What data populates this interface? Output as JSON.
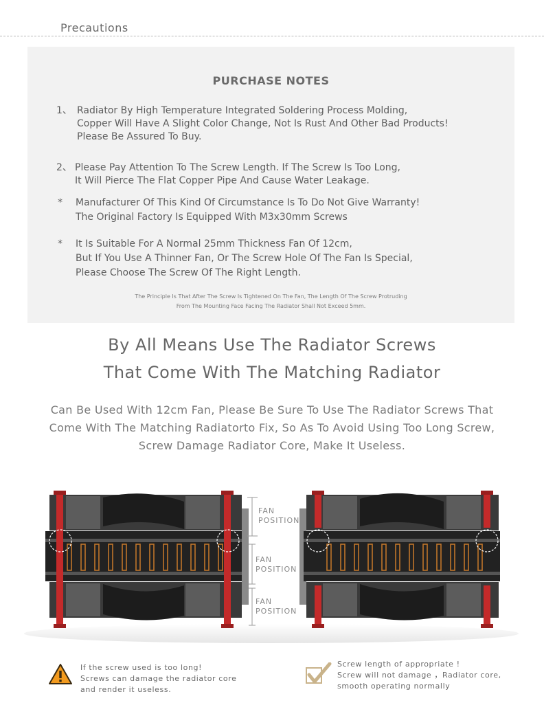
{
  "header": {
    "title": "Precautions"
  },
  "purchase_notes": {
    "title": "PURCHASE NOTES",
    "items": [
      {
        "marker": "1、",
        "lines": [
          "Radiator By High Temperature Integrated Soldering Process Molding,",
          "Copper Will Have A Slight Color Change, Not Is Rust And Other Bad Products!",
          "Please Be Assured To Buy."
        ]
      },
      {
        "marker": "2、",
        "lines": [
          "Please Pay Attention To The Screw Length. If The Screw Is Too Long,",
          "It Will Pierce The Flat Copper Pipe And Cause Water Leakage."
        ]
      },
      {
        "marker": "*",
        "lines": [
          "Manufacturer Of This Kind Of Circumstance Is To Do Not Give Warranty!",
          "The Original Factory Is Equipped With M3x30mm Screws"
        ]
      },
      {
        "marker": "*",
        "lines": [
          "It Is Suitable For A Normal 25mm Thickness Fan Of 12cm,",
          "But If You Use A Thinner Fan, Or The Screw Hole Of The Fan Is Special,",
          "Please Choose The Screw Of The Right Length."
        ]
      }
    ],
    "fine_print": [
      "The Principle Is That After The Screw Is Tightened On The Fan, The Length Of The Screw Protruding",
      "From The Mounting Face Facing The Radiator Shall Not Exceed 5mm."
    ]
  },
  "headline": {
    "line1": "By All Means Use The Radiator Screws",
    "line2": "That Come With The Matching Radiator"
  },
  "paragraph": {
    "lines": [
      "Can Be Used With 12cm Fan, Please Be Sure To Use The Radiator Screws That",
      "Come With The Matching Radiatorto Fix, So As To Avoid Using Too Long Screw,",
      "Screw Damage Radiator Core, Make It Useless."
    ]
  },
  "diagram": {
    "labels": [
      {
        "line1": "FAN",
        "line2": "POSITION"
      },
      {
        "line1": "FAN",
        "line2": "POSITION"
      },
      {
        "line1": "FAN",
        "line2": "POSITION"
      }
    ]
  },
  "warning": {
    "icon": "warning-triangle-icon",
    "lines": [
      "If the screw used is too long!",
      "Screws can damage the radiator core",
      "and render it useless."
    ]
  },
  "ok": {
    "icon": "checkmark-icon",
    "lines": [
      "Screw length of appropriate !",
      "Screw will not damage ，Radiator core,",
      "smooth operating normally"
    ]
  },
  "colors": {
    "screw_red": "#c42a2a",
    "warning_orange": "#f29a1e",
    "check_tan": "#c9b38a"
  }
}
